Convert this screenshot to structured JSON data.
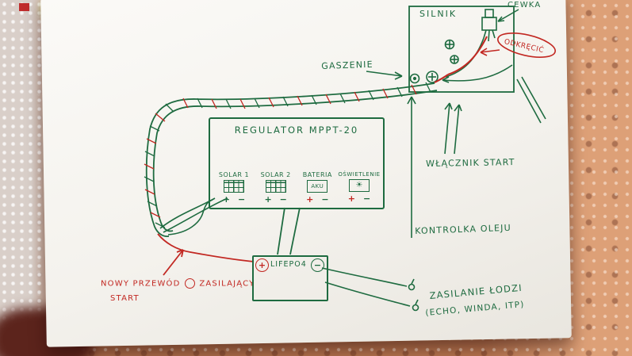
{
  "labels": {
    "silnik": "SILNIK",
    "cewka": "CEWKA",
    "odkrecic": "ODKRĘCIĆ",
    "gaszenie": "GASZENIE",
    "wlacznik_start": "WŁĄCZNIK START",
    "kontrolka_oleju": "KONTROLKA OLEJU",
    "zasilanie_lodzi": "ZASILANIE ŁODZI",
    "zasilanie_lodzi_sub": "(ECHO, WINDA, ITP)",
    "nowy_przewod": "NOWY PRZEWÓD",
    "zasilajacy": "ZASILAJĄCY",
    "start": "START"
  },
  "regulator": {
    "title": "REGULATOR MPPT-20",
    "channels": [
      {
        "label": "SOLAR 1",
        "plus": "+",
        "minus": "−"
      },
      {
        "label": "SOLAR 2",
        "plus": "+",
        "minus": "−"
      },
      {
        "label": "BATERIA",
        "plus": "+",
        "minus": "−",
        "icon_text": "AKU"
      },
      {
        "label": "OŚWIETLENIE",
        "plus": "+",
        "minus": "−",
        "icon_glyph": "☀"
      }
    ]
  },
  "battery": {
    "label": "LIFEPO4",
    "plus": "+",
    "minus": "−"
  },
  "colors": {
    "green_pen": "#1e6b40",
    "red_pen": "#c22822"
  }
}
